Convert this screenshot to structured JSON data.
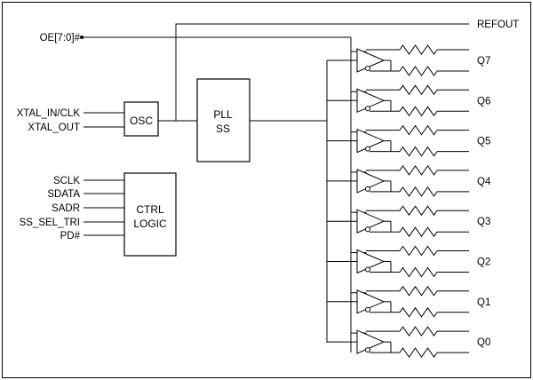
{
  "inputs": {
    "oe": "OE[7:0]#",
    "xtal_in": "XTAL_IN/CLK",
    "xtal_out": "XTAL_OUT",
    "sclk": "SCLK",
    "sdata": "SDATA",
    "sadr": "SADR",
    "ss_sel_tri": "SS_SEL_TRI",
    "pd": "PD#"
  },
  "blocks": {
    "osc": "OSC",
    "pll_line1": "PLL",
    "pll_line2": "SS",
    "ctrl_line1": "CTRL",
    "ctrl_line2": "LOGIC"
  },
  "outputs": {
    "refout": "REFOUT",
    "q": [
      "Q7",
      "Q6",
      "Q5",
      "Q4",
      "Q3",
      "Q2",
      "Q1",
      "Q0"
    ]
  }
}
